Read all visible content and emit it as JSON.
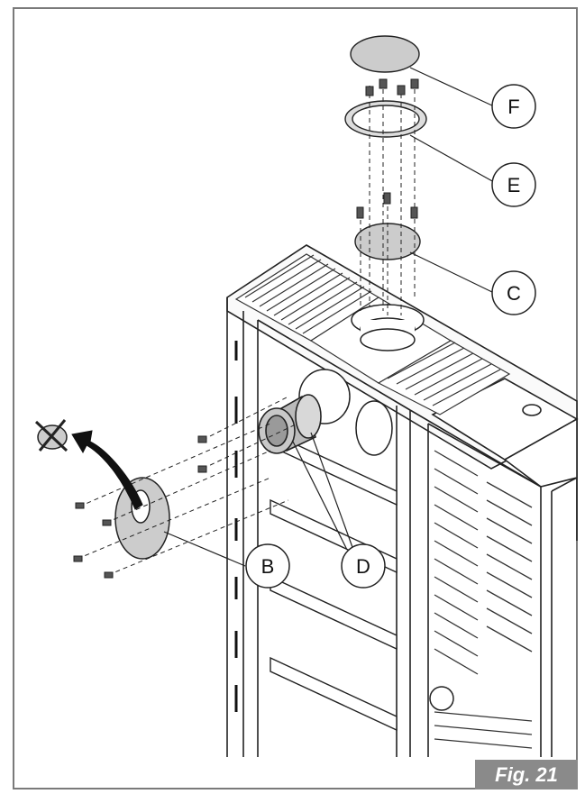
{
  "figure": {
    "label": "Fig. 21"
  },
  "callouts": {
    "F": "F",
    "E": "E",
    "C": "C",
    "B": "B",
    "D": "D"
  },
  "colors": {
    "frame_border": "#7a7a7a",
    "badge_background": "#8a8a8a",
    "badge_text": "#ffffff",
    "part_fill": "#cccccc",
    "line": "#222222"
  }
}
